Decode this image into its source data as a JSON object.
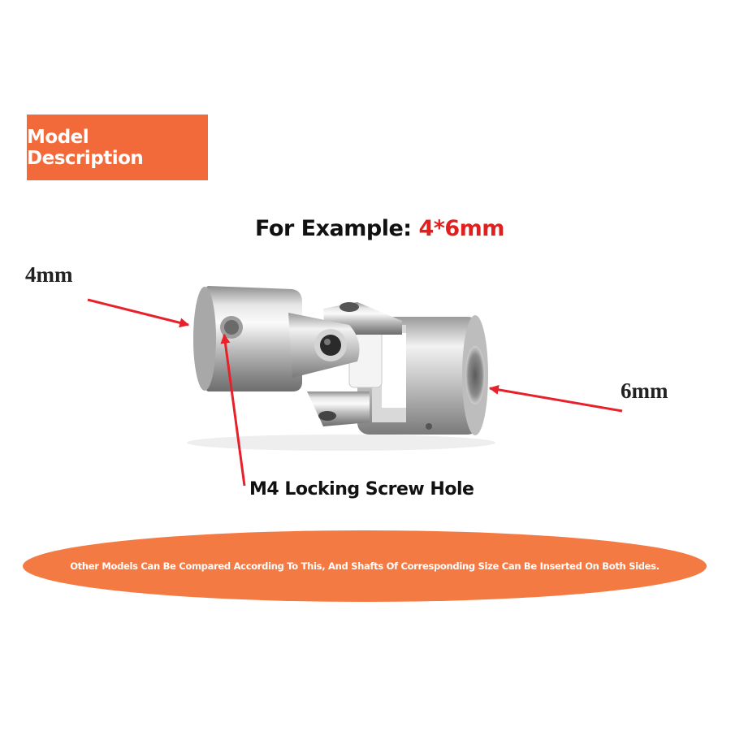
{
  "badge": {
    "label": "Model Description"
  },
  "example": {
    "prefix": "For Example: ",
    "value": "4*6mm"
  },
  "labels": {
    "left_size": "4mm",
    "right_size": "6mm",
    "screw_hole": "M4 Locking Screw Hole"
  },
  "banner": {
    "text": "Other Models Can Be Compared According To This, And Shafts Of Corresponding Size Can Be Inserted On Both Sides."
  },
  "colors": {
    "accent_orange": "#f26a3a",
    "highlight_red": "#e21f1f",
    "arrow_red": "#e8202a"
  },
  "image": {
    "subject": "universal-joint-coupling"
  }
}
